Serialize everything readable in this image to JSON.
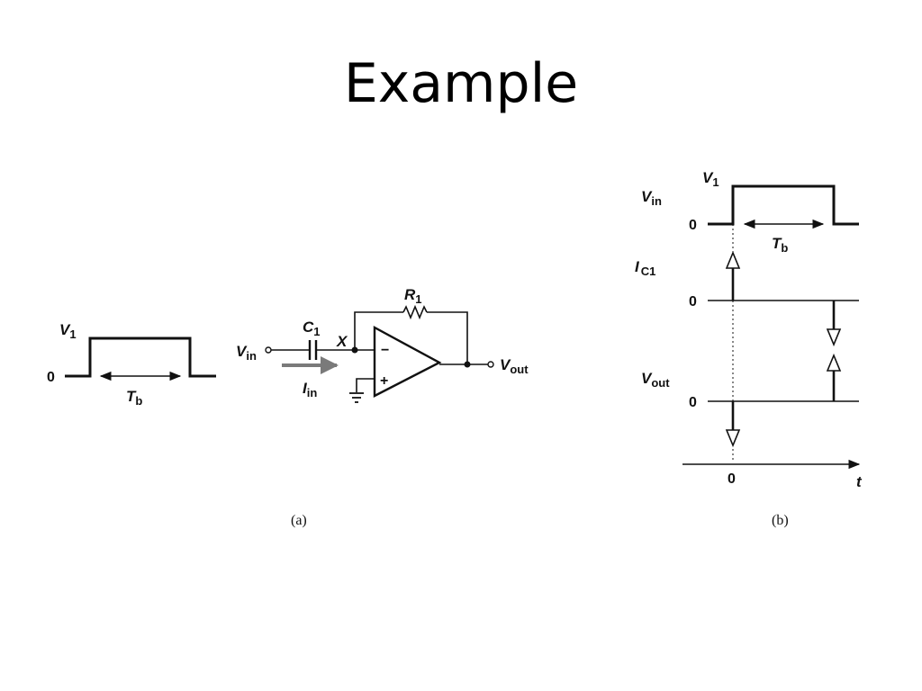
{
  "slide": {
    "title": "Example"
  },
  "pulse_a": {
    "v1_main": "V",
    "v1_sub": "1",
    "zero": "0",
    "tb_main": "T",
    "tb_sub": "b"
  },
  "circuit": {
    "vin_main": "V",
    "vin_sub": "in",
    "c1_main": "C",
    "c1_sub": "1",
    "x_label": "X",
    "r1_main": "R",
    "r1_sub": "1",
    "iin_main": "I",
    "iin_sub": "in",
    "vout_main": "V",
    "vout_sub": "out",
    "minus_sign": "−",
    "plus_sign": "+"
  },
  "waveforms_b": {
    "vin_main": "V",
    "vin_sub": "in",
    "v1_main": "V",
    "v1_sub": "1",
    "zero_vin": "0",
    "tb_main": "T",
    "tb_sub": "b",
    "ic1_main": "I",
    "ic1_sub": "C1",
    "zero_ic1": "0",
    "vout_main": "V",
    "vout_sub": "out",
    "zero_vout": "0",
    "t_origin": "0",
    "t_axis": "t"
  },
  "captions": {
    "a": "(a)",
    "b": "(b)"
  },
  "colors": {
    "wire": "#111111",
    "current_arrow": "#7a7a7a",
    "background": "#ffffff"
  }
}
